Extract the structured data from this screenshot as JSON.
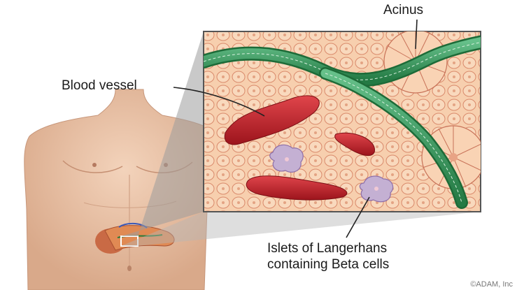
{
  "labels": {
    "acinus": "Acinus",
    "blood_vessel": "Blood vessel",
    "islets_line1": "Islets of Langerhans",
    "islets_line2": "containing Beta cells",
    "copyright": "©ADAM, Inc"
  },
  "colors": {
    "tissue": "#f6c9a8",
    "cell_outline": "#d9896a",
    "duct": "#3b9a5c",
    "vessel": "#c8232c",
    "islet": "#b9a4c8",
    "skin": "#e9c2a6"
  }
}
